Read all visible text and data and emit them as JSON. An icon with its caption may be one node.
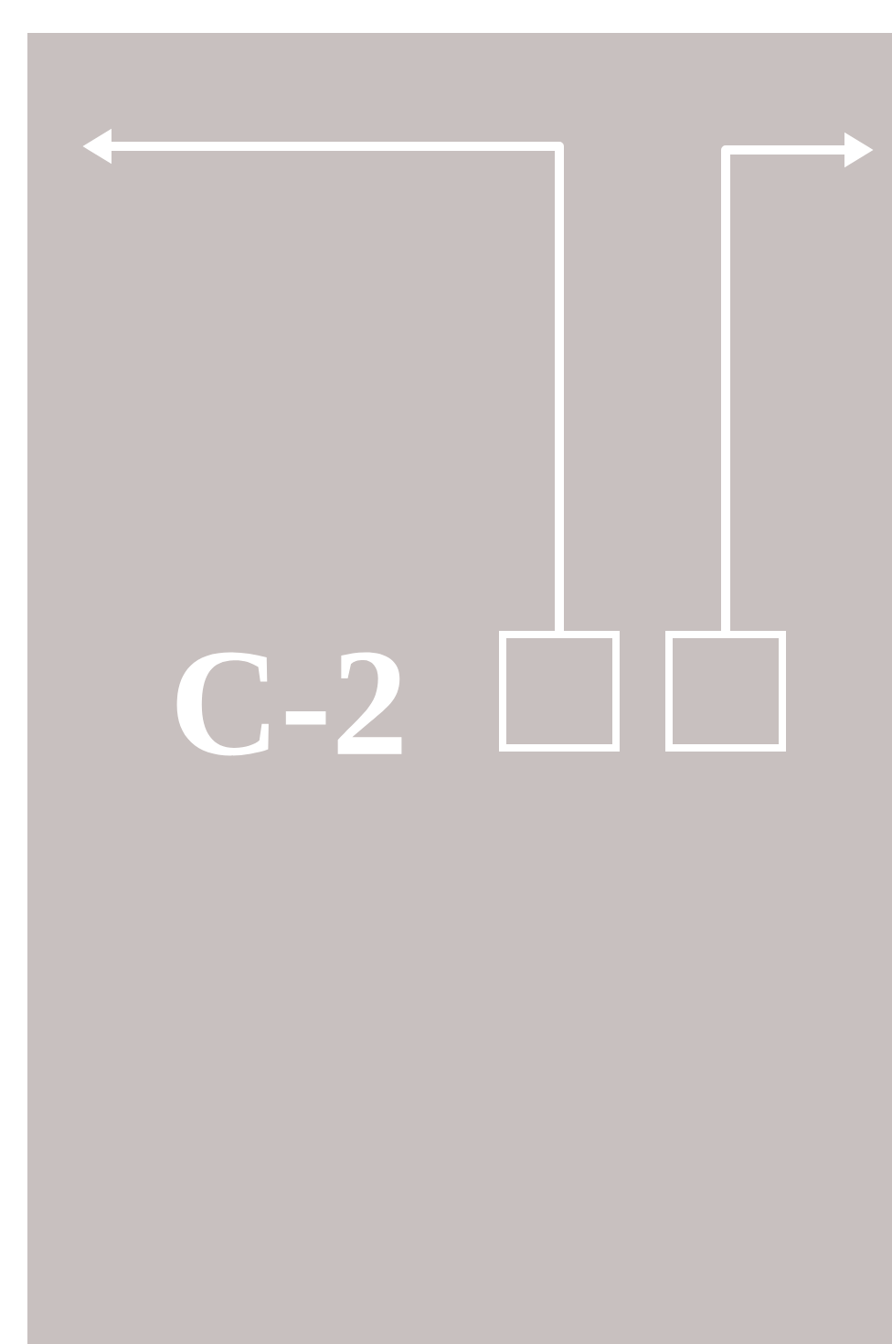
{
  "diagram": {
    "nodes": [
      {
        "text": [],
        "shape": "box"
      },
      {
        "text": [],
        "shape": "box"
      }
    ],
    "edges": [
      {
        "from": 0,
        "to": null,
        "arrow": "to"
      },
      {
        "from": 1,
        "to": null,
        "arrow": "to"
      }
    ],
    "labels": [
      "C-2"
    ]
  }
}
